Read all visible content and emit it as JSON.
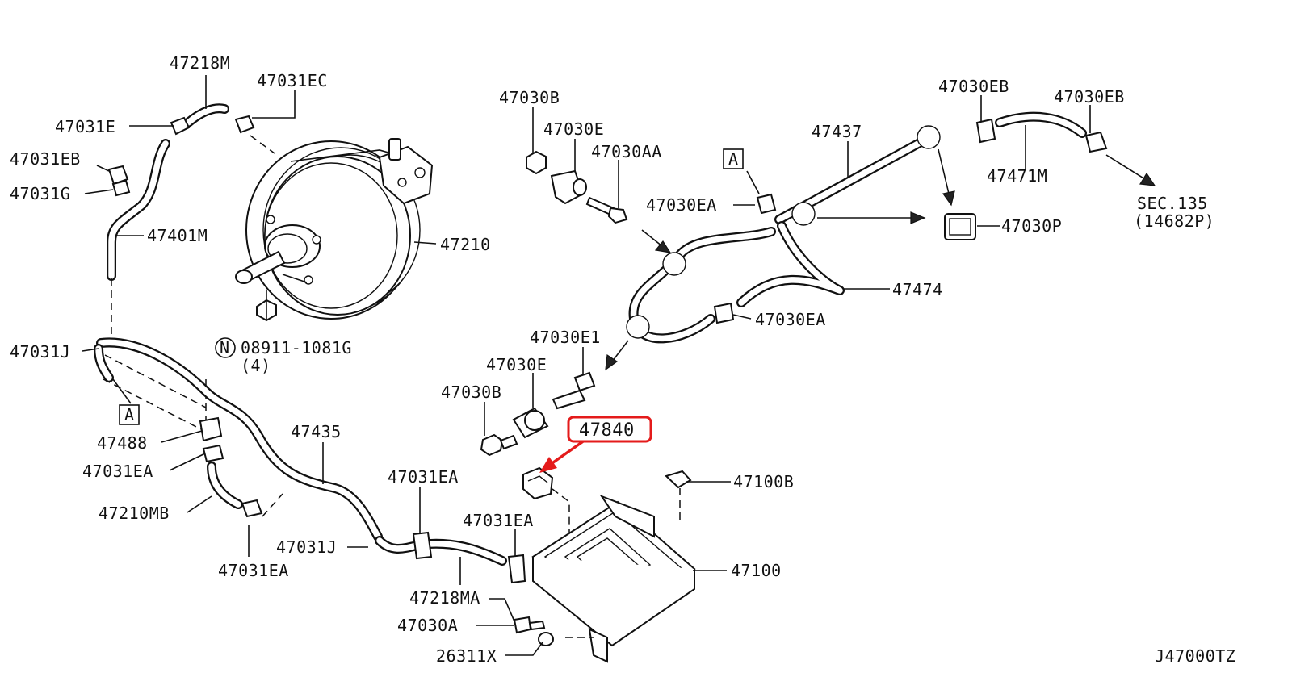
{
  "labels": {
    "p47218M": "47218M",
    "p47031EC": "47031EC",
    "p47031E": "47031E",
    "p47031EB": "47031EB",
    "p47031G": "47031G",
    "p47401M": "47401M",
    "p47210": "47210",
    "p08911": "08911-1081G",
    "p08911_qty": "(4)",
    "p08911_n": "N",
    "p47031J_top": "47031J",
    "refA_left": "A",
    "p47488": "47488",
    "p47031EA_a": "47031EA",
    "p47210MB": "47210MB",
    "p47435": "47435",
    "p47031EA_b": "47031EA",
    "p47031EA_c": "47031EA",
    "p47031J_bot": "47031J",
    "p47031EA_d": "47031EA",
    "p47218MA": "47218MA",
    "p47030A": "47030A",
    "p26311X": "26311X",
    "p47030B_top": "47030B",
    "p47030E_top": "47030E",
    "p47030AA": "47030AA",
    "refA_right": "A",
    "p47030EA_a": "47030EA",
    "p47437": "47437",
    "p47030EB_a": "47030EB",
    "p47030EB_b": "47030EB",
    "p47471M": "47471M",
    "p47030P": "47030P",
    "sec": "SEC.135",
    "sec_sub": "(14682P)",
    "p47474": "47474",
    "p47030EA_b": "47030EA",
    "p47030E1": "47030E1",
    "p47030E_mid": "47030E",
    "p47030B_mid": "47030B",
    "p47840": "47840",
    "p47100B": "47100B",
    "p47100": "47100",
    "diagram_code": "J47000TZ"
  },
  "colors": {
    "ink": "#111111",
    "highlight": "#e41b1b",
    "background": "#ffffff"
  }
}
